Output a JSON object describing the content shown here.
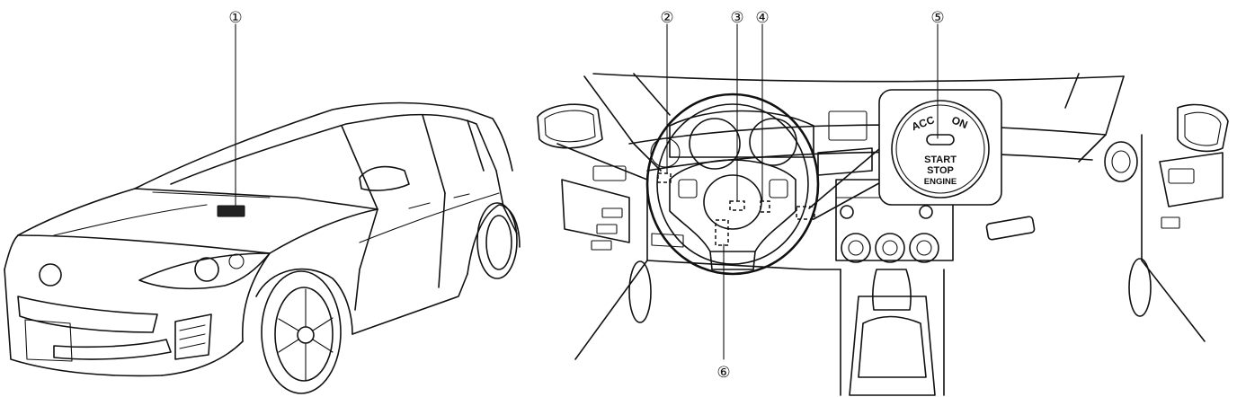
{
  "callouts": [
    {
      "id": "1",
      "label": "①"
    },
    {
      "id": "2",
      "label": "②"
    },
    {
      "id": "3",
      "label": "③"
    },
    {
      "id": "4",
      "label": "④"
    },
    {
      "id": "5",
      "label": "⑤"
    },
    {
      "id": "6",
      "label": "⑥"
    }
  ],
  "push_button": {
    "acc": "ACC",
    "on": "ON",
    "line1": "START",
    "line2": "STOP",
    "line3": "ENGINE"
  }
}
